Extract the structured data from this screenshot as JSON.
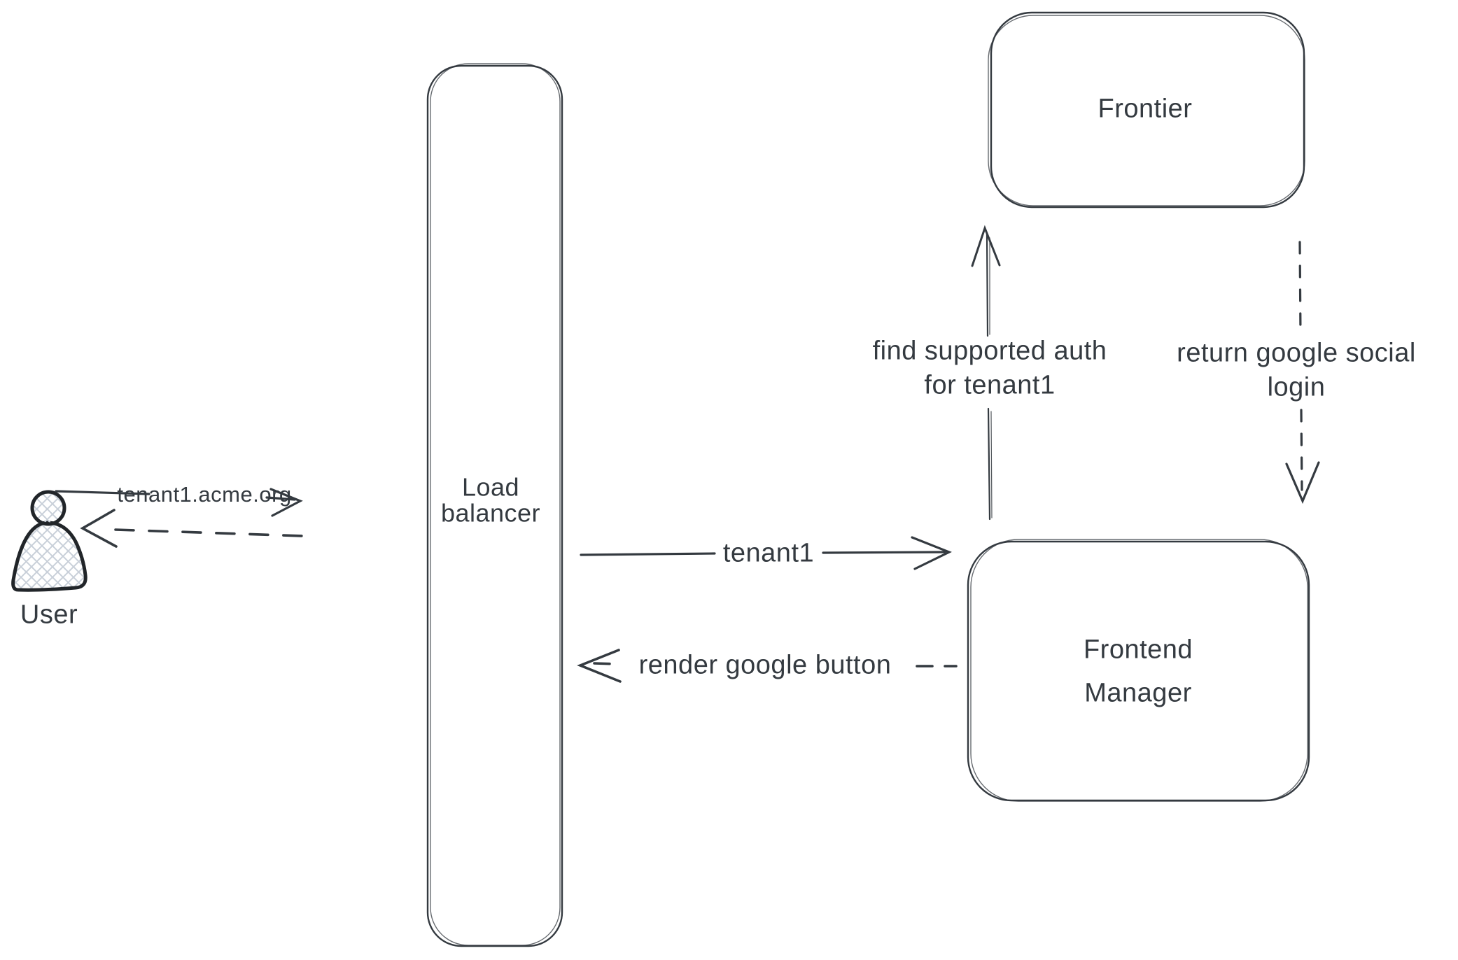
{
  "canvas": {
    "background": "#ffffff",
    "stroke_color": "#343a40",
    "actor_stroke_color": "#212529",
    "hatch_fill_color": "#c9d0d9"
  },
  "nodes": {
    "user": {
      "label": "User",
      "type": "actor"
    },
    "load_balancer": {
      "lines": [
        "Load",
        "balancer"
      ]
    },
    "frontier": {
      "label": "Frontier"
    },
    "frontend_manager": {
      "lines": [
        "Frontend",
        "Manager"
      ]
    }
  },
  "edges": {
    "request_domain": {
      "label": "tenant1.acme.org",
      "from": "user",
      "to": "load_balancer",
      "style": "solid"
    },
    "response_to_user": {
      "label": "",
      "from": "load_balancer",
      "to": "user",
      "style": "dashed"
    },
    "forward_tenant": {
      "label": "tenant1",
      "from": "load_balancer",
      "to": "frontend_manager",
      "style": "solid"
    },
    "render_button": {
      "label": "render google button",
      "from": "frontend_manager",
      "to": "load_balancer",
      "style": "dashed"
    },
    "find_auth": {
      "lines": [
        "find supported auth",
        "for tenant1"
      ],
      "from": "frontend_manager",
      "to": "frontier",
      "style": "solid"
    },
    "return_login": {
      "lines": [
        "return google social",
        "login"
      ],
      "from": "frontier",
      "to": "frontend_manager",
      "style": "dashed"
    }
  }
}
